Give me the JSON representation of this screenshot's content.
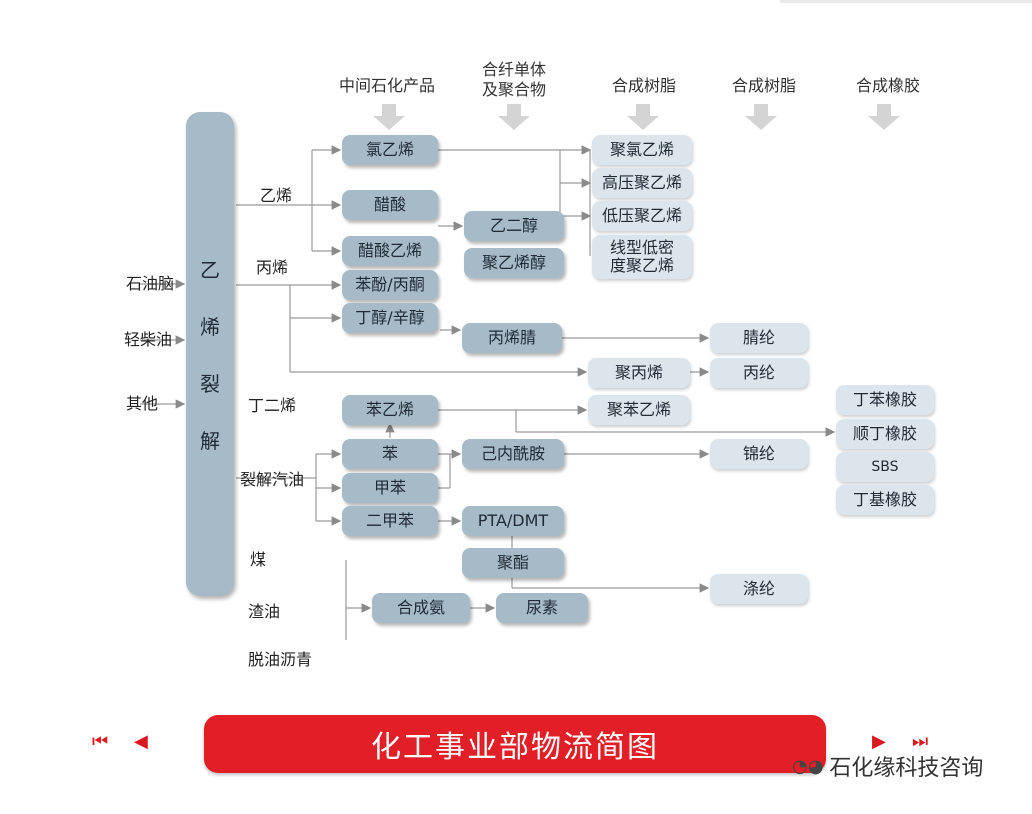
{
  "columns": [
    "中间石化产品",
    "合纤单体\n及聚合物",
    "合成树脂",
    "合成树脂",
    "合成橡胶"
  ],
  "crack": [
    "乙",
    "烯",
    "裂",
    "解"
  ],
  "feeds": [
    "石油脑",
    "轻柴油",
    "其他"
  ],
  "labels": {
    "ethylene": "乙烯",
    "propylene": "丙烯",
    "butadiene": "丁二烯",
    "cracked_gasoline": "裂解汽油",
    "coal": "煤",
    "residue": "渣油",
    "asphalt": "脱油沥青"
  },
  "nodes": {
    "vinyl_chloride": "氯乙烯",
    "acetic_acid": "醋酸",
    "vinyl_acetate": "醋酸乙烯",
    "phenol_acetone": "苯酚/丙酮",
    "butanol_octanol": "丁醇/辛醇",
    "styrene": "苯乙烯",
    "benzene": "苯",
    "toluene": "甲苯",
    "xylene": "二甲苯",
    "syngas": "合成氨",
    "glycol": "乙二醇",
    "pva": "聚乙烯醇",
    "acrylonitrile": "丙烯腈",
    "caprolactam": "己内酰胺",
    "pta": "PTA/DMT",
    "polyester": "聚酯",
    "urea": "尿素",
    "pvc": "聚氯乙烯",
    "ldpe": "高压聚乙烯",
    "hdpe": "低压聚乙烯",
    "lldpe": "线型低密\n度聚乙烯",
    "pp": "聚丙烯",
    "ps": "聚苯乙烯",
    "acrylic": "腈纶",
    "pp_fiber": "丙纶",
    "nylon": "锦纶",
    "polyester_fiber": "涤纶",
    "sbr": "丁苯橡胶",
    "br": "顺丁橡胶",
    "sbs": "SBS",
    "nbr": "丁基橡胶"
  },
  "banner": "化工事业部物流简图",
  "nav": {
    "first": "⏮",
    "prev": "◀",
    "next": "▶",
    "last": "⏭"
  },
  "watermark": "石化缘科技咨询",
  "colors": {
    "dark_box": "#a6bac8",
    "light_box": "#dde5ec",
    "banner": "#e21e26",
    "line": "#9a9a9a"
  }
}
